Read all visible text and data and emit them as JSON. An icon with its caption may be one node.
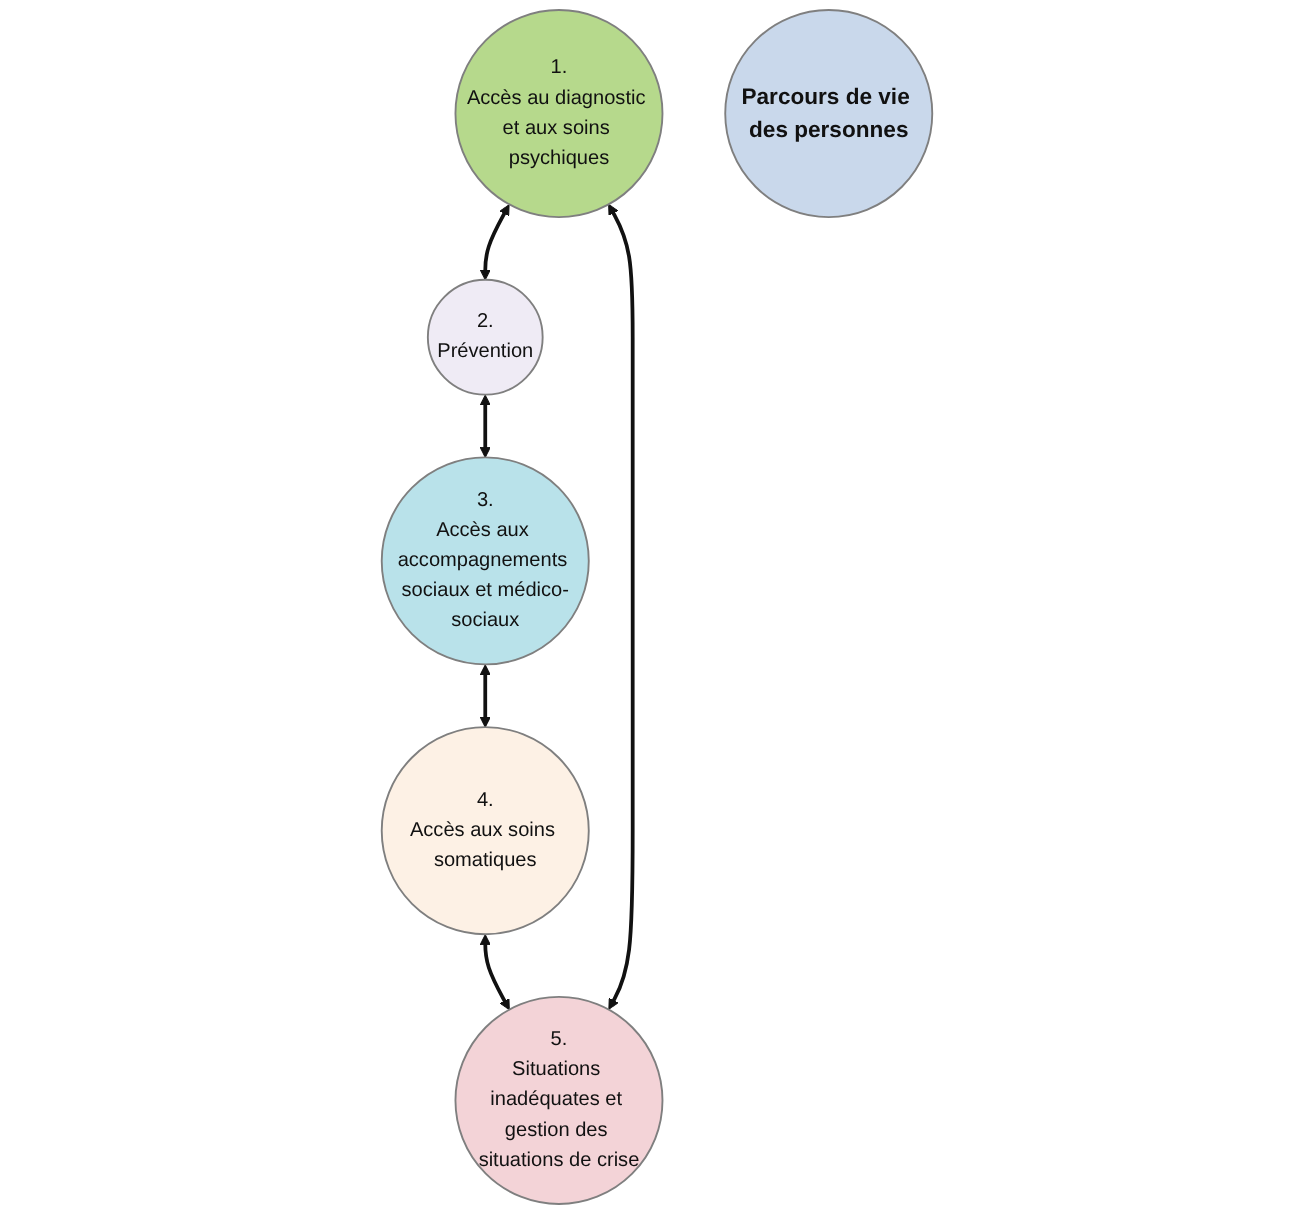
{
  "diagram": {
    "nodes": [
      {
        "text": [
          "1.",
          "Accès au diagnostic et aux soins psychiques"
        ]
      },
      {
        "text": [
          "2.",
          "Prévention"
        ]
      },
      {
        "text": [
          "3.",
          "Accès aux accompagnements sociaux et médico-sociaux"
        ]
      },
      {
        "text": [
          "4.",
          "Accès aux soins somatiques"
        ]
      },
      {
        "text": [
          "5.",
          "Situations inadéquates et gestion des situations de crise"
        ]
      },
      {
        "text": [
          "Parcours de vie des personnes"
        ]
      }
    ],
    "edges": [
      {
        "from": 0,
        "to": 1,
        "arrow": "both"
      },
      {
        "from": 1,
        "to": 2,
        "arrow": "both"
      },
      {
        "from": 2,
        "to": 3,
        "arrow": "both"
      },
      {
        "from": 3,
        "to": 4,
        "arrow": "both"
      },
      {
        "from": 4,
        "to": 0,
        "arrow": "both"
      }
    ]
  }
}
